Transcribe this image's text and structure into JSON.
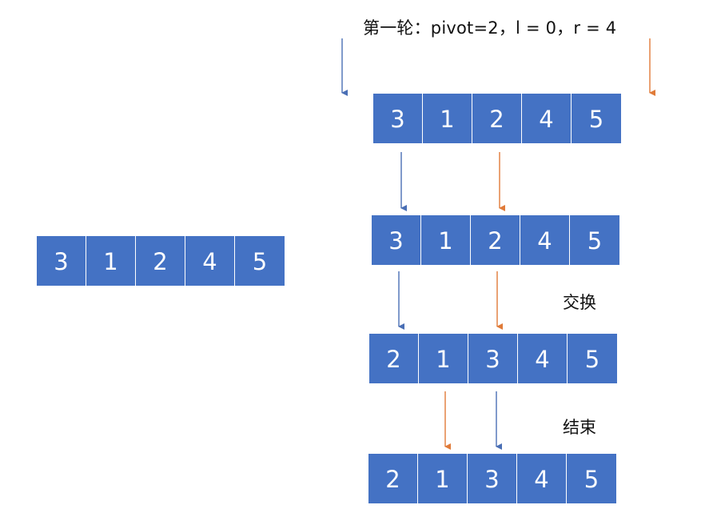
{
  "title": "第一轮：pivot=2，l = 0，r = 4",
  "colors": {
    "cell": "#4472c4",
    "blue_arrow": "#4a6fb5",
    "orange_arrow": "#e07b39"
  },
  "arrays": {
    "original": [
      "3",
      "1",
      "2",
      "4",
      "5"
    ],
    "step1": [
      "3",
      "1",
      "2",
      "4",
      "5"
    ],
    "step2": [
      "3",
      "1",
      "2",
      "4",
      "5"
    ],
    "step3": [
      "2",
      "1",
      "3",
      "4",
      "5"
    ],
    "step4": [
      "2",
      "1",
      "3",
      "4",
      "5"
    ]
  },
  "labels": {
    "swap": "交换",
    "end": "结束"
  }
}
